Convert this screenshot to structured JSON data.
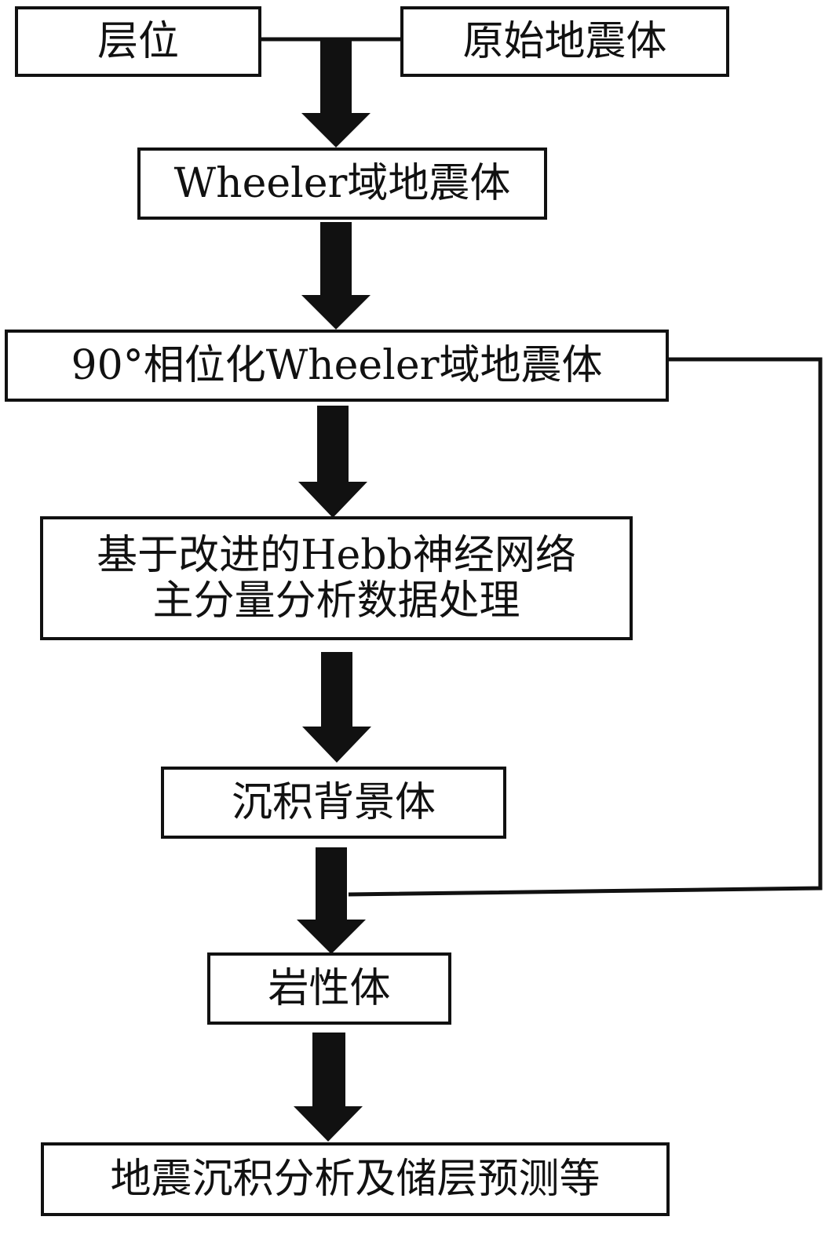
{
  "diagram": {
    "nodes": {
      "horizon": "层位",
      "raw_seismic": "原始地震体",
      "wheeler_volume": "Wheeler域地震体",
      "phase90_volume": "90°相位化Wheeler域地震体",
      "hebb_pca_line1": "基于改进的Hebb神经网络",
      "hebb_pca_line2": "主分量分析数据处理",
      "sedimentary_background": "沉积背景体",
      "lithology_volume": "岩性体",
      "analysis_prediction": "地震沉积分析及储层预测等"
    },
    "edges": [
      [
        "horizon",
        "wheeler_volume"
      ],
      [
        "raw_seismic",
        "wheeler_volume"
      ],
      [
        "wheeler_volume",
        "phase90_volume"
      ],
      [
        "phase90_volume",
        "hebb_pca"
      ],
      [
        "hebb_pca",
        "sedimentary_background"
      ],
      [
        "sedimentary_background",
        "lithology_volume"
      ],
      [
        "phase90_volume",
        "lithology_volume"
      ],
      [
        "lithology_volume",
        "analysis_prediction"
      ]
    ],
    "colors": {
      "stroke": "#111111",
      "background": "#ffffff"
    }
  }
}
